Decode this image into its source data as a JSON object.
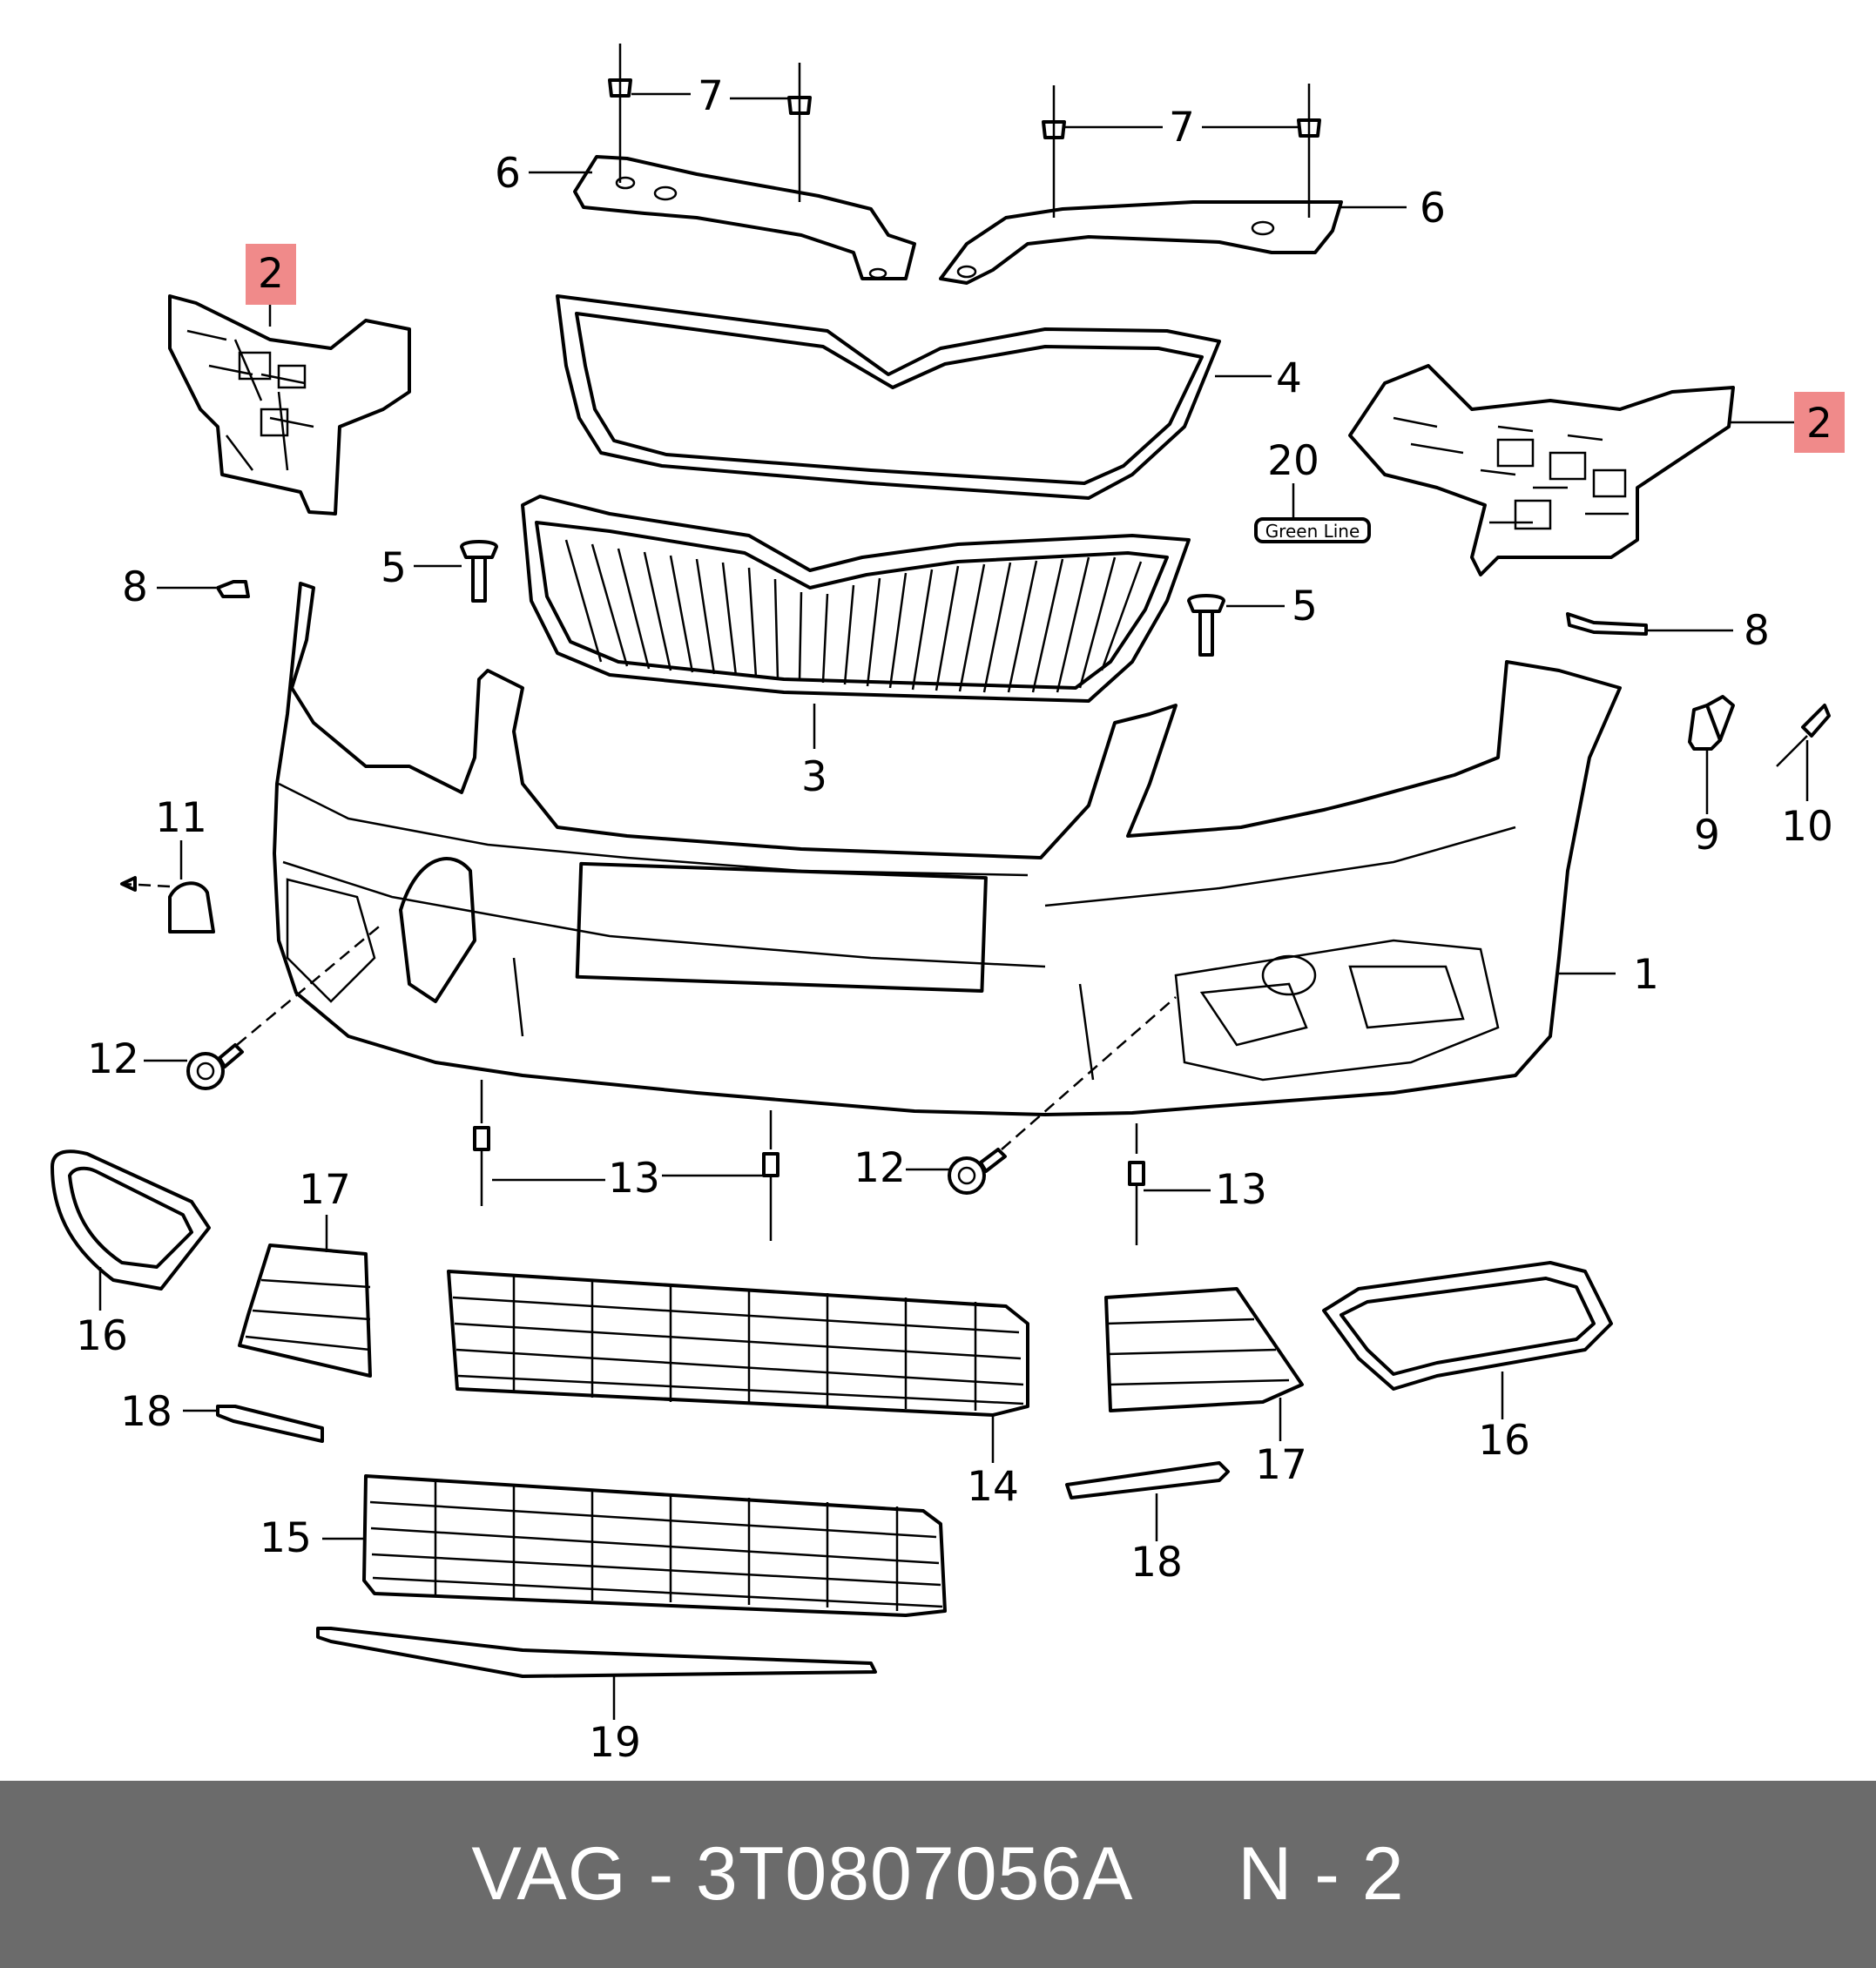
{
  "diagram": {
    "labels": {
      "p1": "1",
      "p2a": "2",
      "p2b": "2",
      "p3": "3",
      "p4": "4",
      "p5a": "5",
      "p5b": "5",
      "p6a": "6",
      "p6b": "6",
      "p7a": "7",
      "p7b": "7",
      "p8a": "8",
      "p8b": "8",
      "p9": "9",
      "p10": "10",
      "p11": "11",
      "p12a": "12",
      "p12b": "12",
      "p13a": "13",
      "p13b": "13",
      "p14": "14",
      "p15": "15",
      "p16a": "16",
      "p16b": "16",
      "p17a": "17",
      "p17b": "17",
      "p18a": "18",
      "p18b": "18",
      "p19": "19",
      "p20": "20"
    },
    "badge": "Green Line",
    "highlight_color": "#f08a8a"
  },
  "footer": {
    "text": "VAG - 3T0807056A     N - 2",
    "background": "#6b6b6b"
  }
}
